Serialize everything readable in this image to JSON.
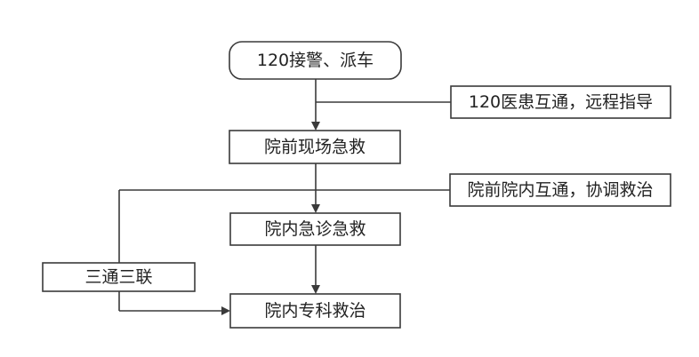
{
  "diagram": {
    "start": "120接警、派车",
    "prehospital": "院前现场急救",
    "emergency_room": "院内急诊急救",
    "specialist": "院内专科救治",
    "remote_guidance": "120医患互通，远程指导",
    "hospital_link": "院前院内互通，协调救治",
    "three_links": "三通三联"
  }
}
